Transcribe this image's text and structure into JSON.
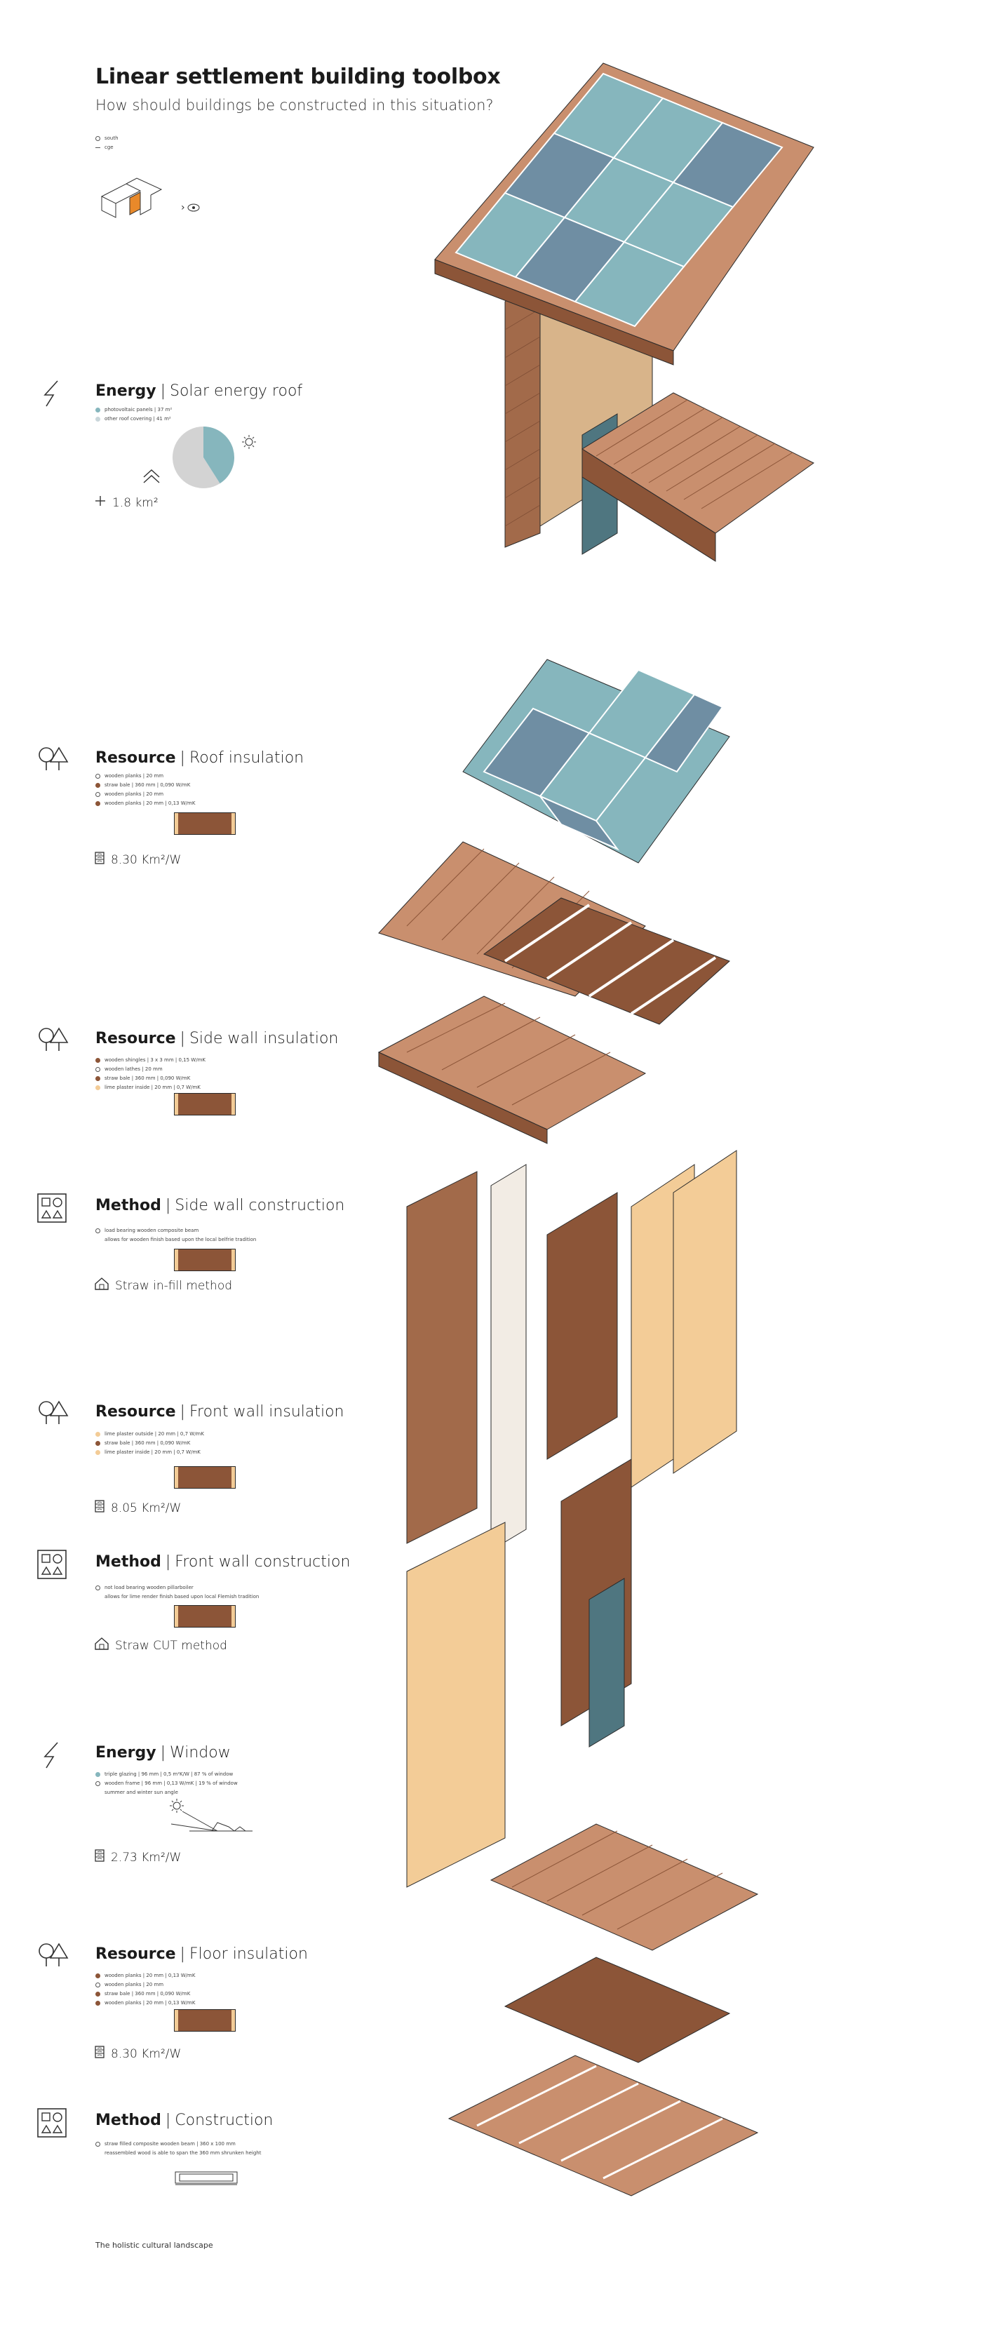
{
  "header": {
    "title": "Linear settlement building toolbox",
    "subtitle": "How should buildings be constructed in this situation?",
    "legend": [
      "south",
      "cge"
    ]
  },
  "colors": {
    "solar_blue": "#6f8ea3",
    "solar_teal": "#86b6bd",
    "wood_light": "#c98f6e",
    "wood_dark": "#8c5538",
    "straw": "#f3cc97",
    "plaster": "#d8b48a",
    "outline": "#2a2a2a"
  },
  "sections": [
    {
      "category": "Energy",
      "topic": "Solar energy roof",
      "icon": "lightning-icon",
      "legend": [
        "photovoltaic panels | 37 m²",
        "other roof covering | 41 m²"
      ],
      "pie": {
        "values": [
          41,
          59
        ]
      },
      "metric_icon": "area-icon",
      "metric": "1.8 km²"
    },
    {
      "category": "Resource",
      "topic": "Roof insulation",
      "icon": "trees-icon",
      "legend": [
        "wooden planks | 20 mm",
        "straw bale | 360 mm | 0,090 W/mK",
        "wooden planks | 20 mm",
        "wooden planks | 20 mm | 0,13 W/mK"
      ],
      "metric_icon": "u-value-icon",
      "metric": "8.30 Km²/W"
    },
    {
      "category": "Resource",
      "topic": "Side wall insulation",
      "icon": "trees-icon",
      "legend": [
        "wooden shingles | 3 x 3 mm | 0,15 W/mK",
        "wooden lathes | 20 mm",
        "straw bale | 360 mm | 0,090 W/mK",
        "lime plaster inside | 20 mm | 0,7 W/mK"
      ]
    },
    {
      "category": "Method",
      "topic": "Side wall construction",
      "icon": "shapes-icon",
      "legend": [
        "load bearing wooden composite beam",
        "allows for wooden finish based upon the local belfrie tradition"
      ],
      "metric_icon": "house-icon",
      "metric": "Straw in-fill method"
    },
    {
      "category": "Resource",
      "topic": "Front wall insulation",
      "icon": "trees-icon",
      "legend": [
        "lime plaster outside | 20 mm | 0,7 W/mK",
        "straw bale | 360 mm | 0,090 W/mK",
        "lime plaster inside | 20 mm | 0,7 W/mK"
      ],
      "metric_icon": "u-value-icon",
      "metric": "8.05 Km²/W"
    },
    {
      "category": "Method",
      "topic": "Front wall construction",
      "icon": "shapes-icon",
      "legend": [
        "not load bearing wooden pillarboiler",
        "allows for lime render finish based upon local Flemish tradition"
      ],
      "metric_icon": "house-icon",
      "metric": "Straw CUT method"
    },
    {
      "category": "Energy",
      "topic": "Window",
      "icon": "lightning-icon",
      "legend": [
        "triple glazing | 96 mm | 0,5 m²K/W | 87 % of window",
        "wooden frame | 96 mm | 0,13 W/mK | 19 % of window",
        "summer and winter sun angle"
      ],
      "metric_icon": "u-value-icon",
      "metric": "2.73 Km²/W"
    },
    {
      "category": "Resource",
      "topic": "Floor insulation",
      "icon": "trees-icon",
      "legend": [
        "wooden planks | 20 mm | 0,13 W/mK",
        "wooden planks | 20 mm",
        "straw bale | 360 mm | 0,090 W/mK",
        "wooden planks | 20 mm | 0,13 W/mK"
      ],
      "metric_icon": "u-value-icon",
      "metric": "8.30 Km²/W"
    },
    {
      "category": "Method",
      "topic": "Construction",
      "icon": "shapes-icon",
      "legend": [
        "straw filled composite wooden beam | 360 x 100 mm",
        "reassembled wood is able to span the 360 mm shrunken height"
      ]
    }
  ],
  "footer": "The holistic cultural landscape"
}
